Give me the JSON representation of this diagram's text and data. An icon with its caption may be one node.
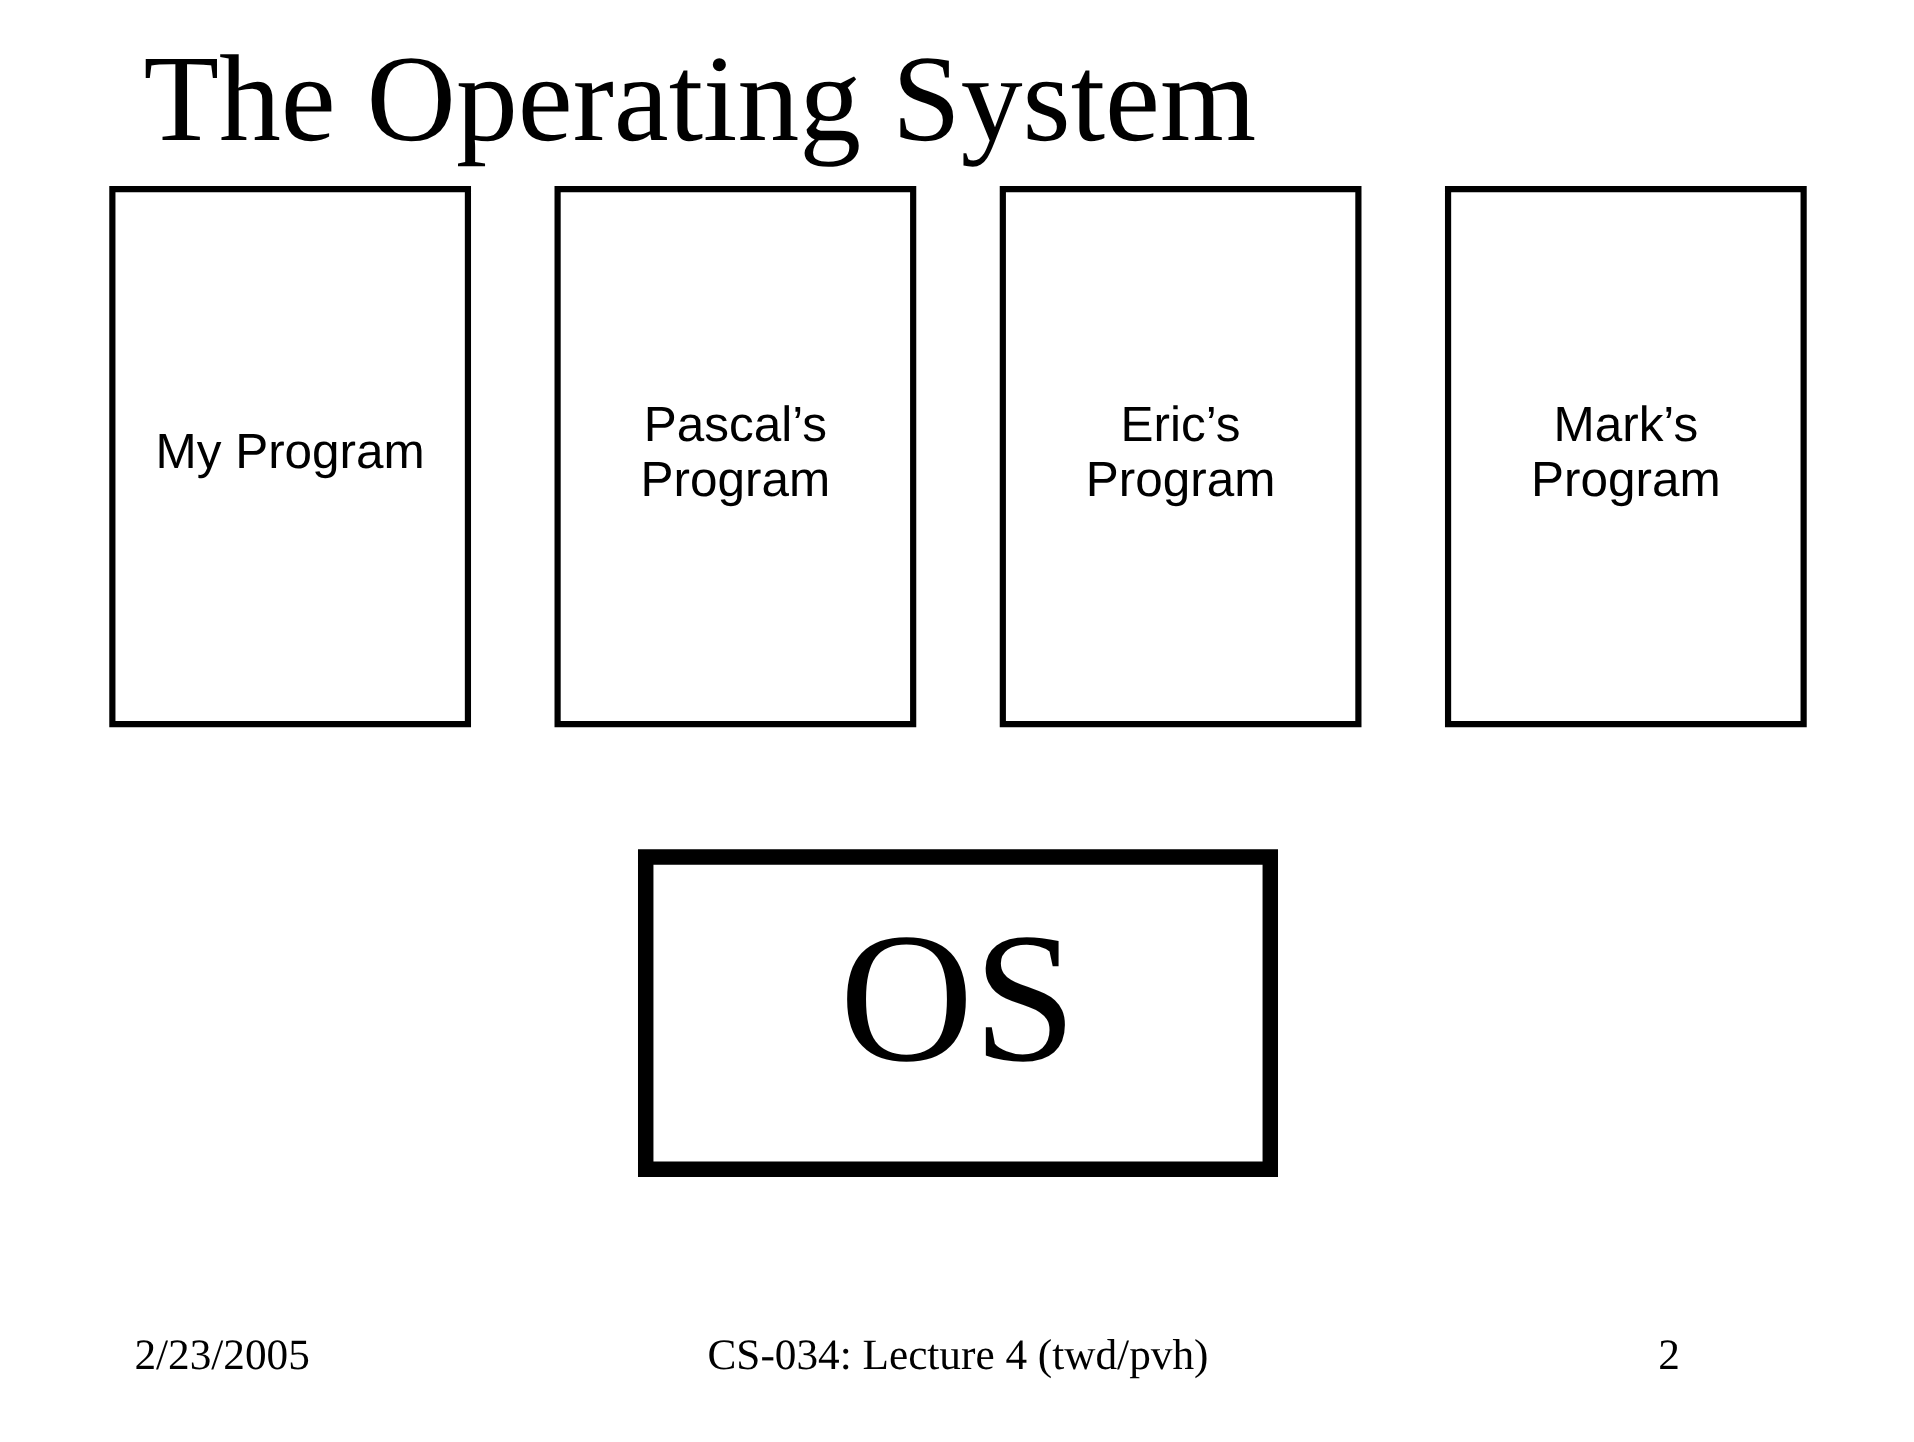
{
  "diagram": {
    "title": "The Operating System",
    "nodes": [
      {
        "text": [
          "My Program"
        ]
      },
      {
        "text": [
          "Pascal’s Program"
        ]
      },
      {
        "text": [
          "Eric’s Program"
        ]
      },
      {
        "text": [
          "Mark’s Program"
        ]
      },
      {
        "text": [
          "OS"
        ]
      }
    ],
    "edges": [],
    "labels": [
      "2/23/2005",
      "CS-034: Lecture 4 (twd/pvh)",
      "2"
    ]
  }
}
